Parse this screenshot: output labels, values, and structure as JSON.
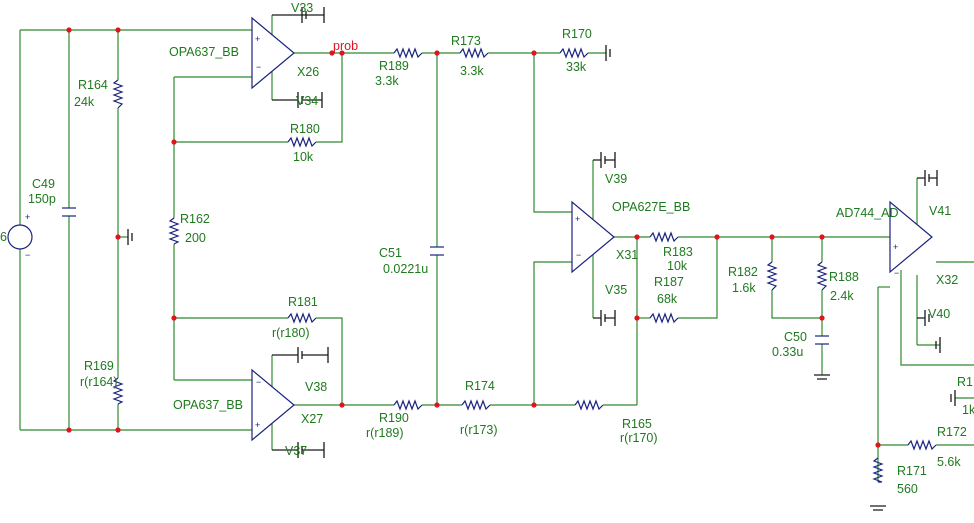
{
  "labels": {
    "V33": "V33",
    "X26": "X26",
    "V34": "V34",
    "OPA637_top": "OPA637_BB",
    "prob": "prob",
    "R189": "R189",
    "R189v": "3.3k",
    "R173": "R173",
    "R173v": "3.3k",
    "R170": "R170",
    "R170v": "33k",
    "R164": "R164",
    "R164v": "24k",
    "R180": "R180",
    "R180v": "10k",
    "C49": "C49",
    "C49v": "150p",
    "R162": "R162",
    "R162v": "200",
    "C51": "C51",
    "C51v": "0.0221u",
    "V39": "V39",
    "OPA627E": "OPA627E_BB",
    "X31": "X31",
    "R183": "R183",
    "R183v": "10k",
    "R187": "R187",
    "R187v": "68k",
    "V35": "V35",
    "AD744": "AD744_AD",
    "V41": "V41",
    "X32": "X32",
    "V40": "V40",
    "R182": "R182",
    "R182v": "1.6k",
    "R188": "R188",
    "R188v": "2.4k",
    "C50": "C50",
    "C50v": "0.33u",
    "R181": "R181",
    "R181v": "r(r180)",
    "R169": "R169",
    "R169v": "r(r164)",
    "V38": "V38",
    "OPA637_bot": "OPA637_BB",
    "X27": "X27",
    "V37": "V37",
    "R190": "R190",
    "R190v": "r(r189)",
    "R174": "R174",
    "R174v": "r(r173)",
    "R165": "R165",
    "R165v": "r(r170)",
    "R172": "R172",
    "R172v": "5.6k",
    "R171": "R171",
    "R171v": "560",
    "R1x": "R1",
    "R1xv": "1k",
    "src": "6"
  }
}
